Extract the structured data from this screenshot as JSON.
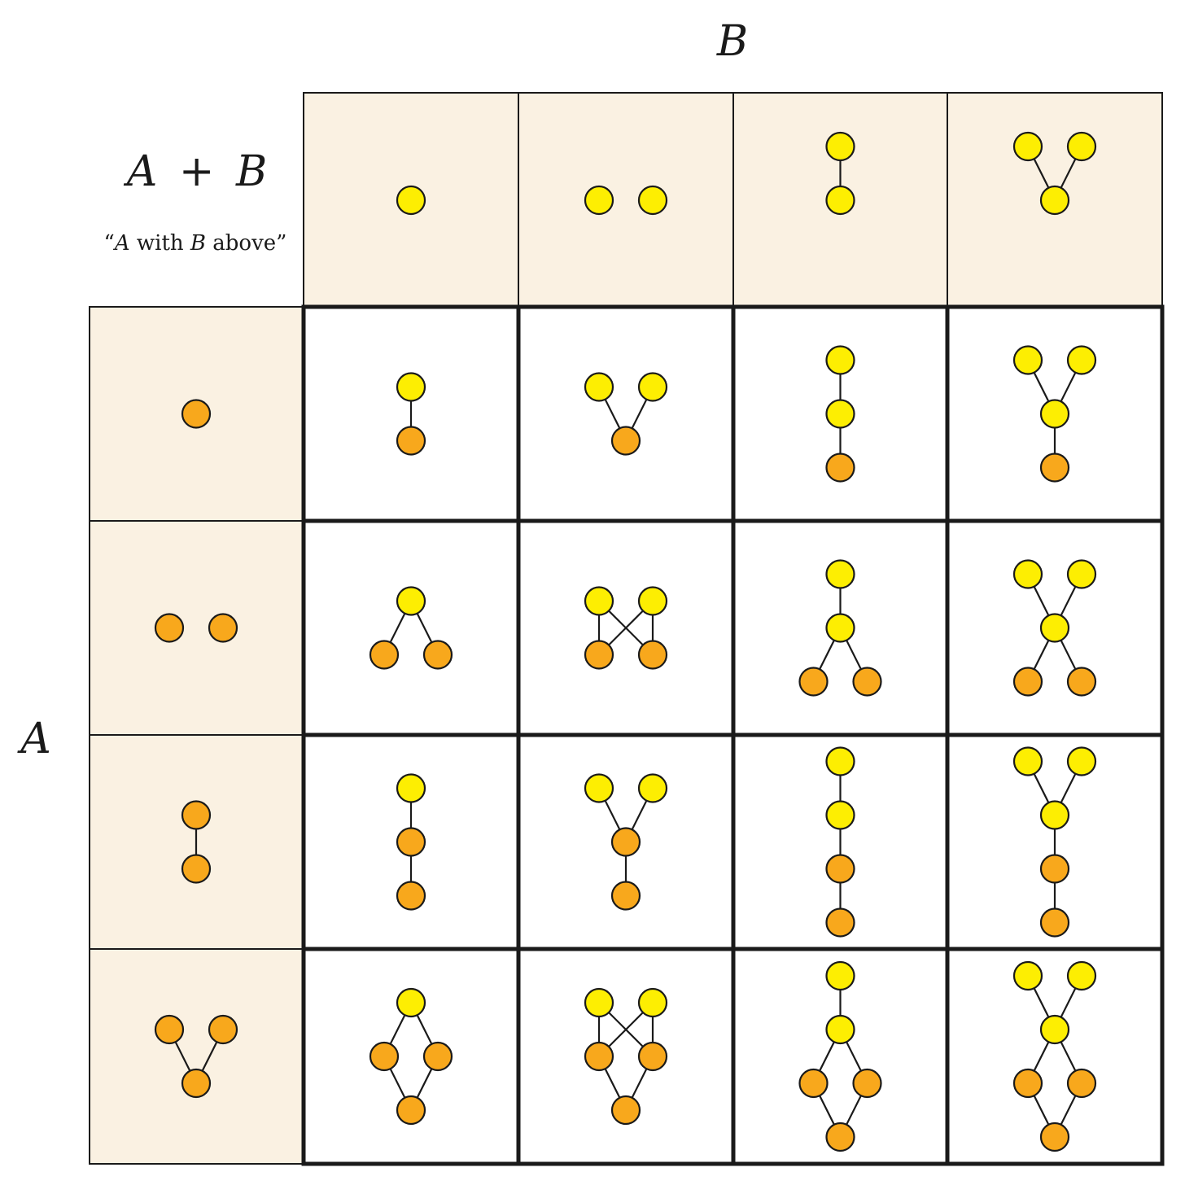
{
  "labels": {
    "b_axis": "B",
    "a_axis": "A",
    "operation_a": "A",
    "operation_plus": "+",
    "operation_b": "B",
    "caption_open": "“",
    "caption_a": "A",
    "caption_with": " with ",
    "caption_b": "B",
    "caption_above": " above”"
  },
  "colors": {
    "header_bg": "#faf1e2",
    "a_node": "#f8a81c",
    "b_node": "#fdee02",
    "node_stroke": "#1a1a1a",
    "edge": "#1a1a1a"
  },
  "posets": [
    {
      "name": "single-point",
      "levels": [
        1
      ],
      "edges": []
    },
    {
      "name": "two-points",
      "levels": [
        2
      ],
      "edges": []
    },
    {
      "name": "chain-of-two",
      "levels": [
        1,
        1
      ],
      "edges": [
        [
          0,
          1
        ]
      ]
    },
    {
      "name": "vee",
      "levels": [
        1,
        2
      ],
      "edges": [
        [
          0,
          1
        ],
        [
          0,
          2
        ]
      ]
    }
  ],
  "grid": {
    "column_posets": [
      0,
      1,
      2,
      3
    ],
    "row_posets": [
      0,
      1,
      2,
      3
    ],
    "rule": "A on bottom, B above, every element of A below every element of B"
  }
}
